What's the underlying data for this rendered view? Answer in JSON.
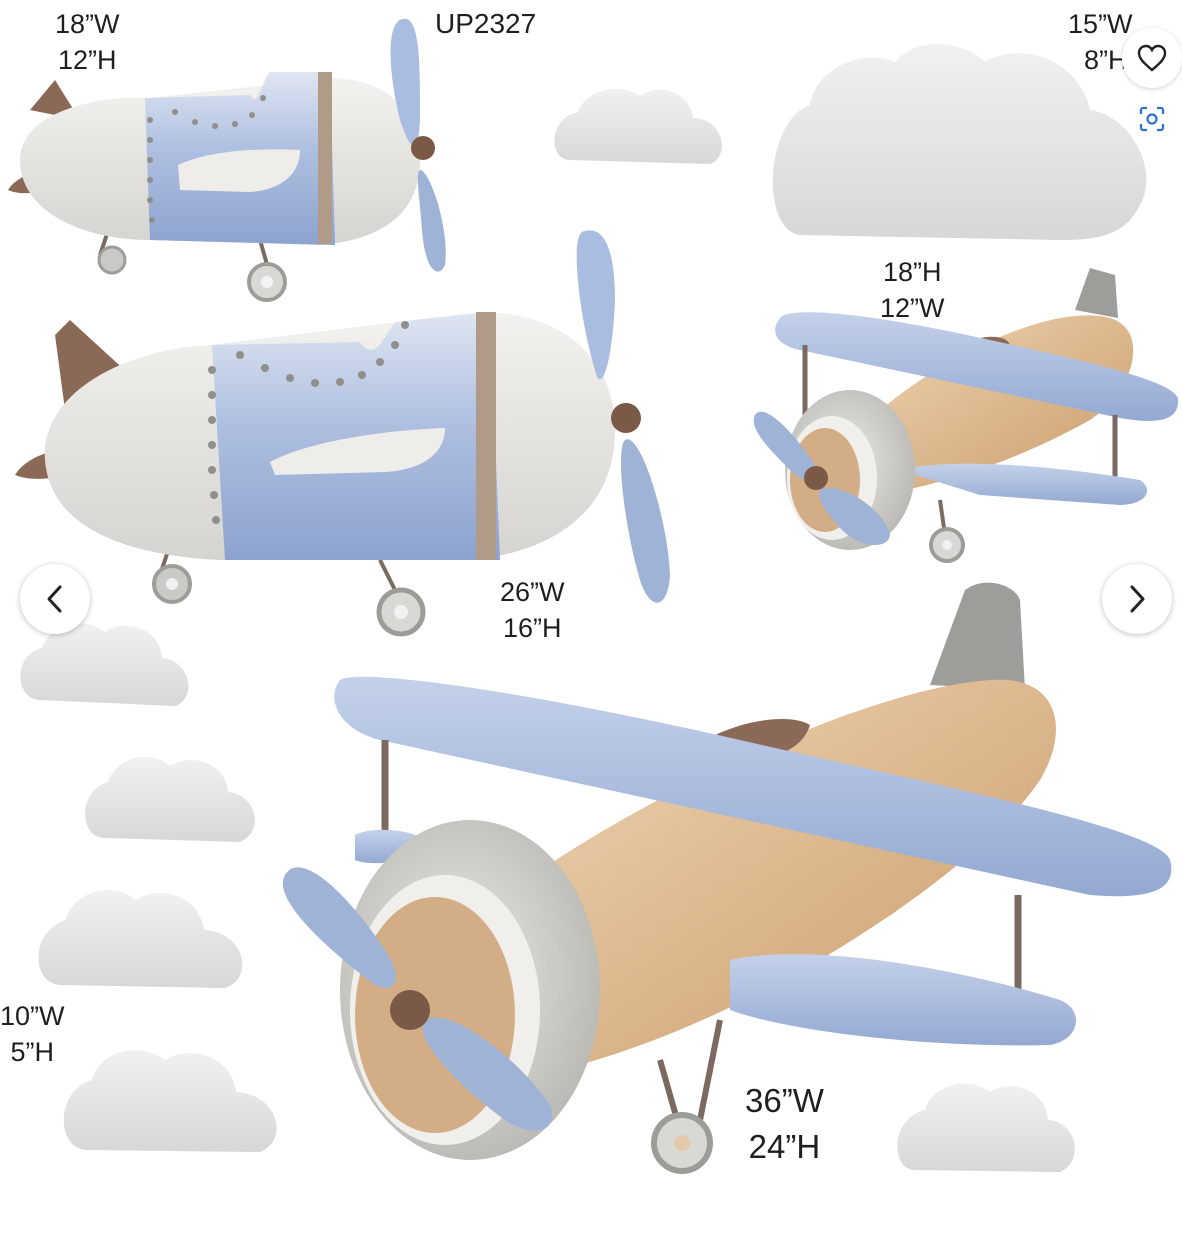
{
  "product_code": "UP2327",
  "labels": {
    "small_plane": {
      "w": "18”W",
      "h": "12”H"
    },
    "big_cloud": {
      "w": "15”W",
      "h": "8”H"
    },
    "small_biplane": {
      "h": "18”H",
      "w": "12”W"
    },
    "medium_plane": {
      "w": "26”W",
      "h": "16”H"
    },
    "small_clouds": {
      "w": "10”W",
      "h": "5”H"
    },
    "big_biplane": {
      "w": "36”W",
      "h": "24”H"
    }
  },
  "controls": {
    "prev_icon": "chevron-left-icon",
    "next_icon": "chevron-right-icon",
    "favorite_icon": "heart-icon",
    "visual_search_icon": "lens-scan-icon"
  },
  "colors": {
    "fuselage_white": "#ecebe8",
    "fuselage_blue": "#9fb3d6",
    "wing_blue": "#a9bde0",
    "wood": "#d9b389",
    "brown": "#8a6a56",
    "cloud": "#e4e4e2",
    "accent_blue": "#2f6fd1"
  }
}
